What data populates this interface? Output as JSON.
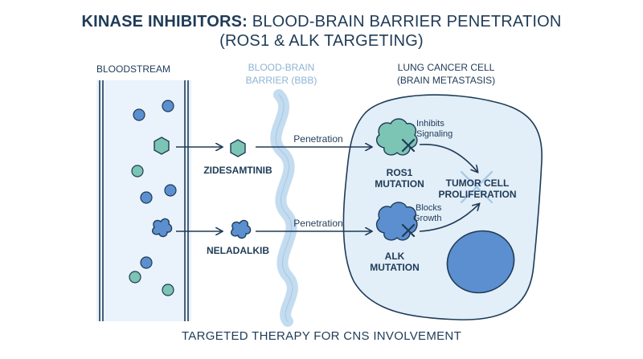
{
  "title": {
    "bold_part": "KINASE INHIBITORS:",
    "rest_part": " BLOOD-BRAIN BARRIER PENETRATION",
    "line2": "(ROS1 & ALK TARGETING)"
  },
  "labels": {
    "bloodstream": "BLOODSTREAM",
    "bbb_line1": "BLOOD-BRAIN",
    "bbb_line2": "BARRIER (BBB)",
    "cell_line1": "LUNG CANCER CELL",
    "cell_line2": "(BRAIN METASTASIS)"
  },
  "drugs": {
    "zidesamtinib": "ZIDESAMTINIB",
    "neladalkib": "NELADALKIB"
  },
  "arrows": {
    "penetration_top": "Penetration",
    "penetration_bottom": "Penetration"
  },
  "targets": {
    "ros1_line1": "ROS1",
    "ros1_line2": "MUTATION",
    "alk_line1": "ALK",
    "alk_line2": "MUTATION",
    "inhibits_line1": "Inhibits",
    "inhibits_line2": "Signaling",
    "blocks_line1": "Blocks",
    "blocks_line2": "Growth"
  },
  "outcome": {
    "line1": "TUMOR CELL",
    "line2": "PROLIFERATION"
  },
  "footer": "TARGETED THERAPY FOR CNS INVOLVEMENT",
  "colors": {
    "dark_navy": "#1f3b57",
    "light_blue_text": "#8fb4d4",
    "teal": "#7cc4b4",
    "blue": "#5b8fcf",
    "vessel_fill": "#eaf3fb",
    "cell_fill": "#e2eef8"
  }
}
